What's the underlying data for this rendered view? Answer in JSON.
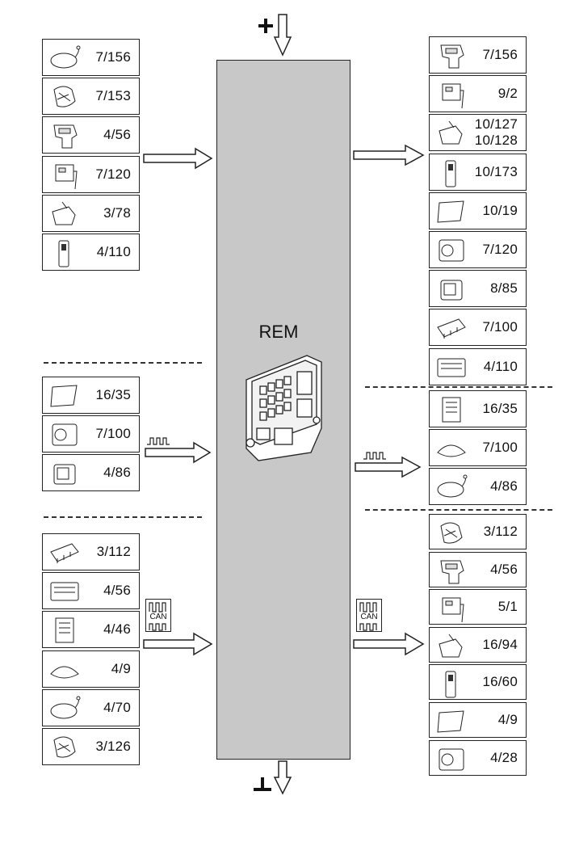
{
  "power": {
    "plus_symbol": "+",
    "ground_symbol": "⊥"
  },
  "rem": {
    "label": "REM"
  },
  "left": {
    "group1": [
      "7/156",
      "7/153",
      "4/56",
      "7/120",
      "3/78",
      "4/110"
    ],
    "group2": [
      "16/35",
      "7/100",
      "4/86"
    ],
    "group3": [
      "3/112",
      "4/56",
      "4/46",
      "4/9",
      "4/70",
      "3/126"
    ]
  },
  "right": {
    "group1": [
      "7/156",
      "9/2",
      "10/127\n10/128",
      "10/173",
      "10/19",
      "7/120",
      "8/85",
      "7/100",
      "4/110"
    ],
    "group2": [
      "16/35",
      "7/100",
      "4/86"
    ],
    "group3": [
      "3/112",
      "4/56",
      "5/1",
      "16/94",
      "16/60",
      "4/9",
      "4/28"
    ]
  },
  "can_label": "CAN",
  "colors": {
    "rem_fill": "#c8c8c8",
    "line": "#222222"
  }
}
